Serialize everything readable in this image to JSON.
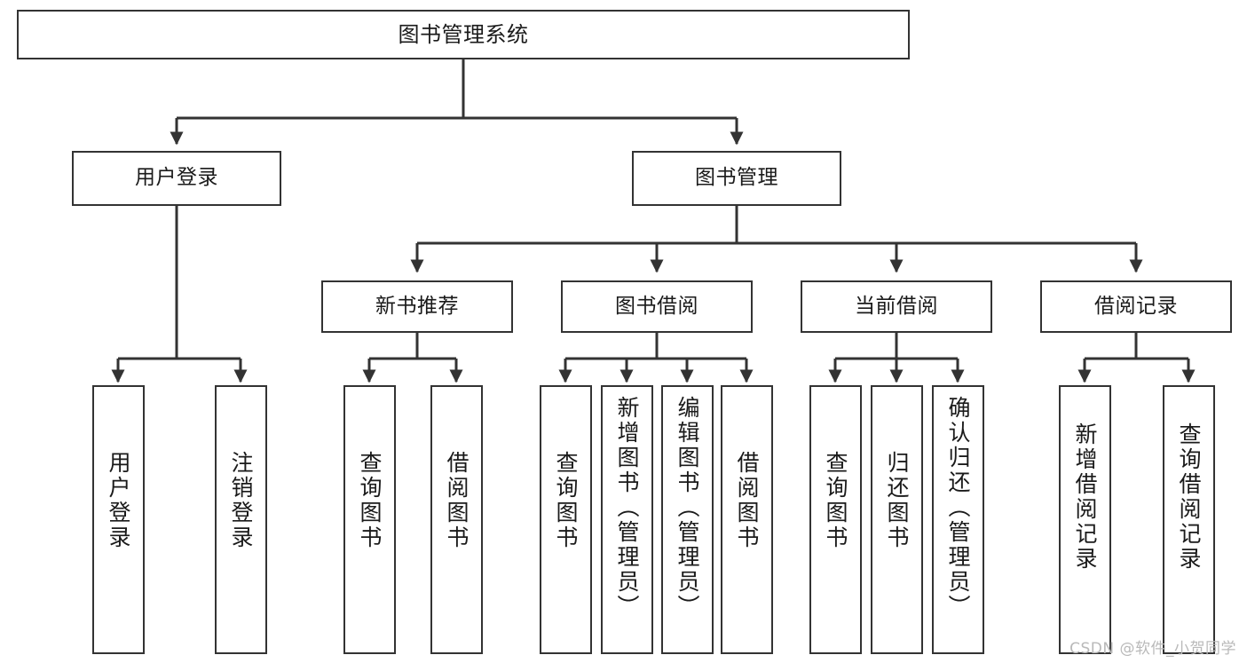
{
  "diagram": {
    "title": "图书管理系统",
    "type": "hierarchy-tree",
    "root": {
      "id": "root",
      "label": "图书管理系统"
    },
    "level2": [
      {
        "id": "user-login",
        "label": "用户登录"
      },
      {
        "id": "book-manage",
        "label": "图书管理"
      }
    ],
    "level3": [
      {
        "id": "new-book-recommend",
        "label": "新书推荐"
      },
      {
        "id": "book-borrow",
        "label": "图书借阅"
      },
      {
        "id": "current-borrow",
        "label": "当前借阅"
      },
      {
        "id": "borrow-record",
        "label": "借阅记录"
      }
    ],
    "leaves": {
      "user_login": [
        {
          "id": "leaf-user-login",
          "label": "用户登录"
        },
        {
          "id": "leaf-logout-login",
          "label": "注销登录"
        }
      ],
      "new_book_recommend": [
        {
          "id": "leaf-query-book-1",
          "label": "查询图书"
        },
        {
          "id": "leaf-borrow-book-1",
          "label": "借阅图书"
        }
      ],
      "book_borrow": [
        {
          "id": "leaf-query-book-2",
          "label": "查询图书"
        },
        {
          "id": "leaf-add-book-admin",
          "label": "新增图书（管理员）"
        },
        {
          "id": "leaf-edit-book-admin",
          "label": "编辑图书（管理员）"
        },
        {
          "id": "leaf-borrow-book-2",
          "label": "借阅图书"
        }
      ],
      "current_borrow": [
        {
          "id": "leaf-query-book-3",
          "label": "查询图书"
        },
        {
          "id": "leaf-return-book",
          "label": "归还图书"
        },
        {
          "id": "leaf-confirm-return-admin",
          "label": "确认归还（管理员）"
        }
      ],
      "borrow_record": [
        {
          "id": "leaf-add-borrow-record",
          "label": "新增借阅记录"
        },
        {
          "id": "leaf-query-borrow-record",
          "label": "查询借阅记录"
        }
      ]
    },
    "colors": {
      "box_border": "#333333",
      "box_fill": "#ffffff",
      "edge": "#333333",
      "text": "#1a1a1a",
      "watermark": "#b9b9b9",
      "background": "#ffffff"
    }
  },
  "watermark": {
    "text": "CSDN @软件_小贺同学"
  }
}
